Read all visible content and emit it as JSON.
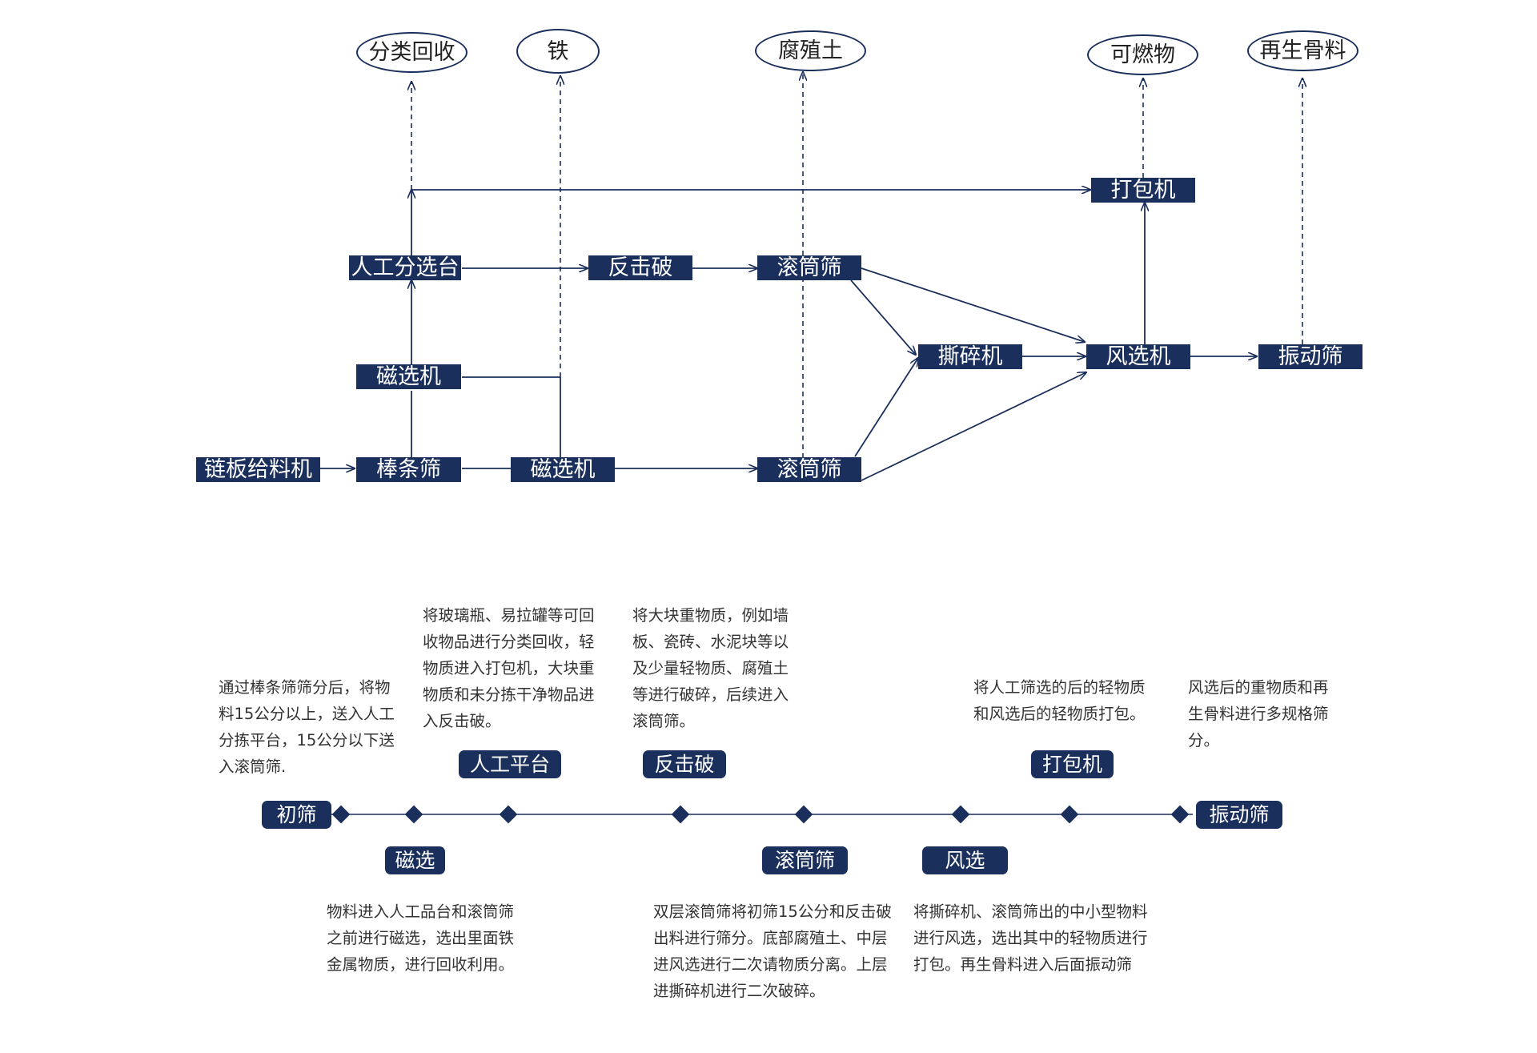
{
  "flow": {
    "outputs": {
      "recycle": "分类回收",
      "iron": "铁",
      "humus": "腐殖土",
      "combustible": "可燃物",
      "aggregate": "再生骨料"
    },
    "nodes": {
      "chain_feeder": "链板给料机",
      "bar_screen": "棒条筛",
      "magnet_upper": "磁选机",
      "magnet_lower": "磁选机",
      "manual_sorting": "人工分选台",
      "impact_crusher": "反击破",
      "drum_upper": "滚筒筛",
      "drum_lower": "滚筒筛",
      "shredder": "撕碎机",
      "air_separator": "风选机",
      "baler": "打包机",
      "vibrating_screen": "振动筛"
    }
  },
  "timeline": {
    "start": "初筛",
    "end": "振动筛",
    "above": {
      "manual_platform": "人工平台",
      "impact_crusher": "反击破",
      "baler": "打包机"
    },
    "below": {
      "magnetic": "磁选",
      "drum": "滚筒筛",
      "air": "风选"
    },
    "desc": {
      "screening": [
        "通过棒条筛筛分后，将物",
        "料15公分以上，送入人工",
        "分拣平台，15公分以下送",
        "入滚筒筛."
      ],
      "manual": [
        "将玻璃瓶、易拉罐等可回",
        "收物品进行分类回收，轻",
        "物质进入打包机，大块重",
        "物质和未分拣干净物品进",
        "入反击破。"
      ],
      "crusher": [
        "将大块重物质，例如墙",
        "板、瓷砖、水泥块等以",
        "及少量轻物质、腐殖土",
        "等进行破碎，后续进入",
        "滚筒筛。"
      ],
      "baler": [
        "将人工筛选的后的轻物质",
        "和风选后的轻物质打包。"
      ],
      "vibrating": [
        "风选后的重物质和再",
        "生骨料进行多规格筛",
        "分。"
      ],
      "magnetic": [
        "物料进入人工品台和滚筒筛",
        "之前进行磁选，选出里面铁",
        "金属物质，进行回收利用。"
      ],
      "drum": [
        "双层滚筒筛将初筛15公分和反击破",
        "出料进行筛分。底部腐殖土、中层",
        "进风选进行二次请物质分离。上层",
        "进撕碎机进行二次破碎。"
      ],
      "air": [
        "将撕碎机、滚筒筛出的中小型物料",
        "进行风选，选出其中的轻物质进行",
        "打包。再生骨料进入后面振动筛"
      ]
    }
  },
  "colors": {
    "navy": "#1a2f5c",
    "line": "#1a2f5c",
    "text": "#333333"
  }
}
